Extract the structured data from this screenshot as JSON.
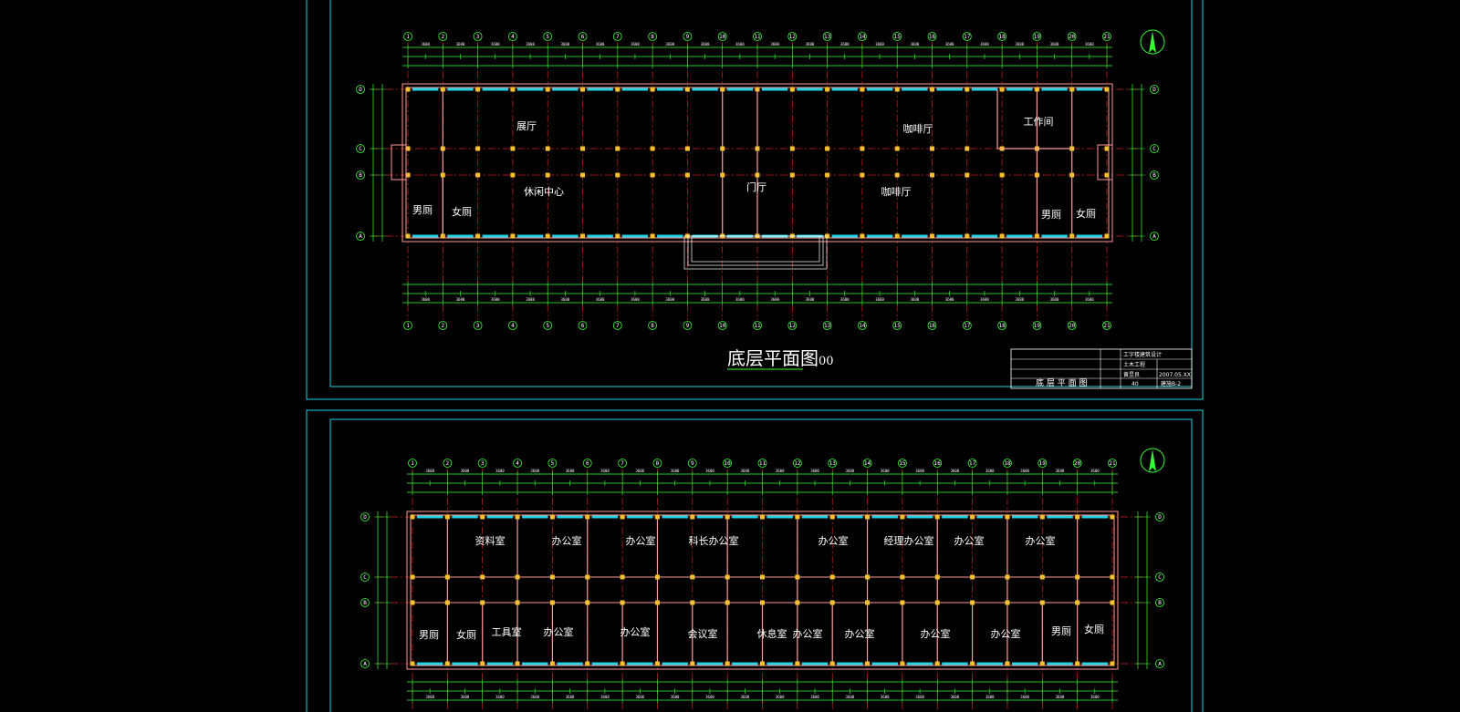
{
  "colors": {
    "background": "#000000",
    "frame": "#22d3e6",
    "dim": "#33ff33",
    "grid": "#d82020",
    "wall": "#ff9a9a",
    "column": "#f2c230",
    "window": "#22d3e6",
    "text": "#ffffff"
  },
  "sheet1": {
    "title": "底层平面图",
    "title_suffix": "00",
    "rooms": [
      "展厅",
      "咖啡厅",
      "工作间",
      "休闲中心",
      "门厅",
      "咖啡厅",
      "男厕",
      "女厕",
      "男厕",
      "女厕"
    ],
    "title_block": {
      "project": "工字楼建筑设计",
      "discipline": "土木工程",
      "designer": "黄昱良",
      "date": "2007.05.XX",
      "sheet_name": "底 层 平 面 图",
      "sheet_no": "建施B-2",
      "number": "40"
    }
  },
  "sheet2": {
    "rooms_top": [
      "资料室",
      "办公室",
      "办公室",
      "科长办公室",
      "办公室",
      "经理办公室",
      "办公室",
      "办公室"
    ],
    "rooms_bottom": [
      "男厕",
      "女厕",
      "工具室",
      "办公室",
      "办公室",
      "会议室",
      "休息室",
      "办公室",
      "办公室",
      "办公室",
      "办公室",
      "男厕",
      "女厕"
    ]
  },
  "axis_labels": [
    "1",
    "2",
    "3",
    "4",
    "5",
    "6",
    "7",
    "8",
    "9",
    "10",
    "11",
    "12",
    "13",
    "14",
    "15",
    "16",
    "17",
    "18",
    "19",
    "20",
    "21"
  ],
  "row_labels": [
    "D",
    "C",
    "B",
    "A"
  ]
}
